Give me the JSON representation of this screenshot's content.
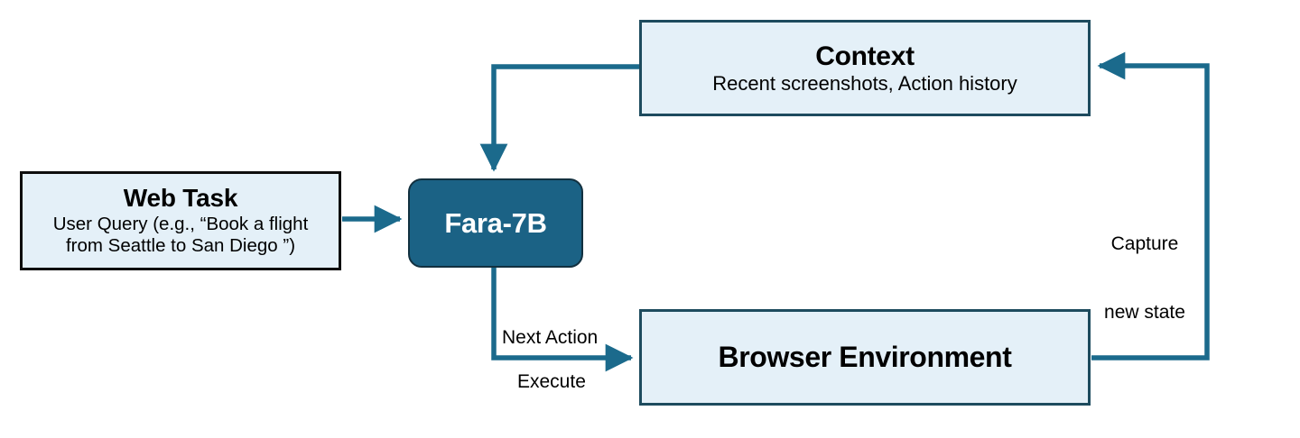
{
  "diagram": {
    "title": "Fara-7B web agent loop",
    "colors": {
      "node_light_fill": "#e4f0f8",
      "node_accent_fill": "#1b6285",
      "node_accent_border": "#12303f",
      "node_teal_border": "#1d4b5e",
      "node_black_border": "#0d0d0d",
      "edge_stroke": "#1b6a8c",
      "background": "#ffffff",
      "text_dark": "#000000",
      "text_light": "#ffffff"
    },
    "nodes": {
      "web_task": {
        "title": "Web Task",
        "subtitle_line1": "User Query (e.g., “Book a flight",
        "subtitle_line2": "from Seattle to San Diego ”)"
      },
      "fara": {
        "title": "Fara-7B"
      },
      "context": {
        "title": "Context",
        "subtitle": "Recent screenshots, Action history"
      },
      "browser": {
        "title": "Browser Environment"
      }
    },
    "edges": {
      "task_to_model": {
        "label": "",
        "from": "web_task",
        "to": "fara"
      },
      "context_to_model": {
        "label": "",
        "from": "context",
        "to": "fara"
      },
      "model_to_browser": {
        "label_above": "Next Action",
        "label_below": "Execute",
        "from": "fara",
        "to": "browser"
      },
      "browser_to_context": {
        "label_line1": "Capture",
        "label_line2": "new state",
        "from": "browser",
        "to": "context"
      }
    }
  }
}
